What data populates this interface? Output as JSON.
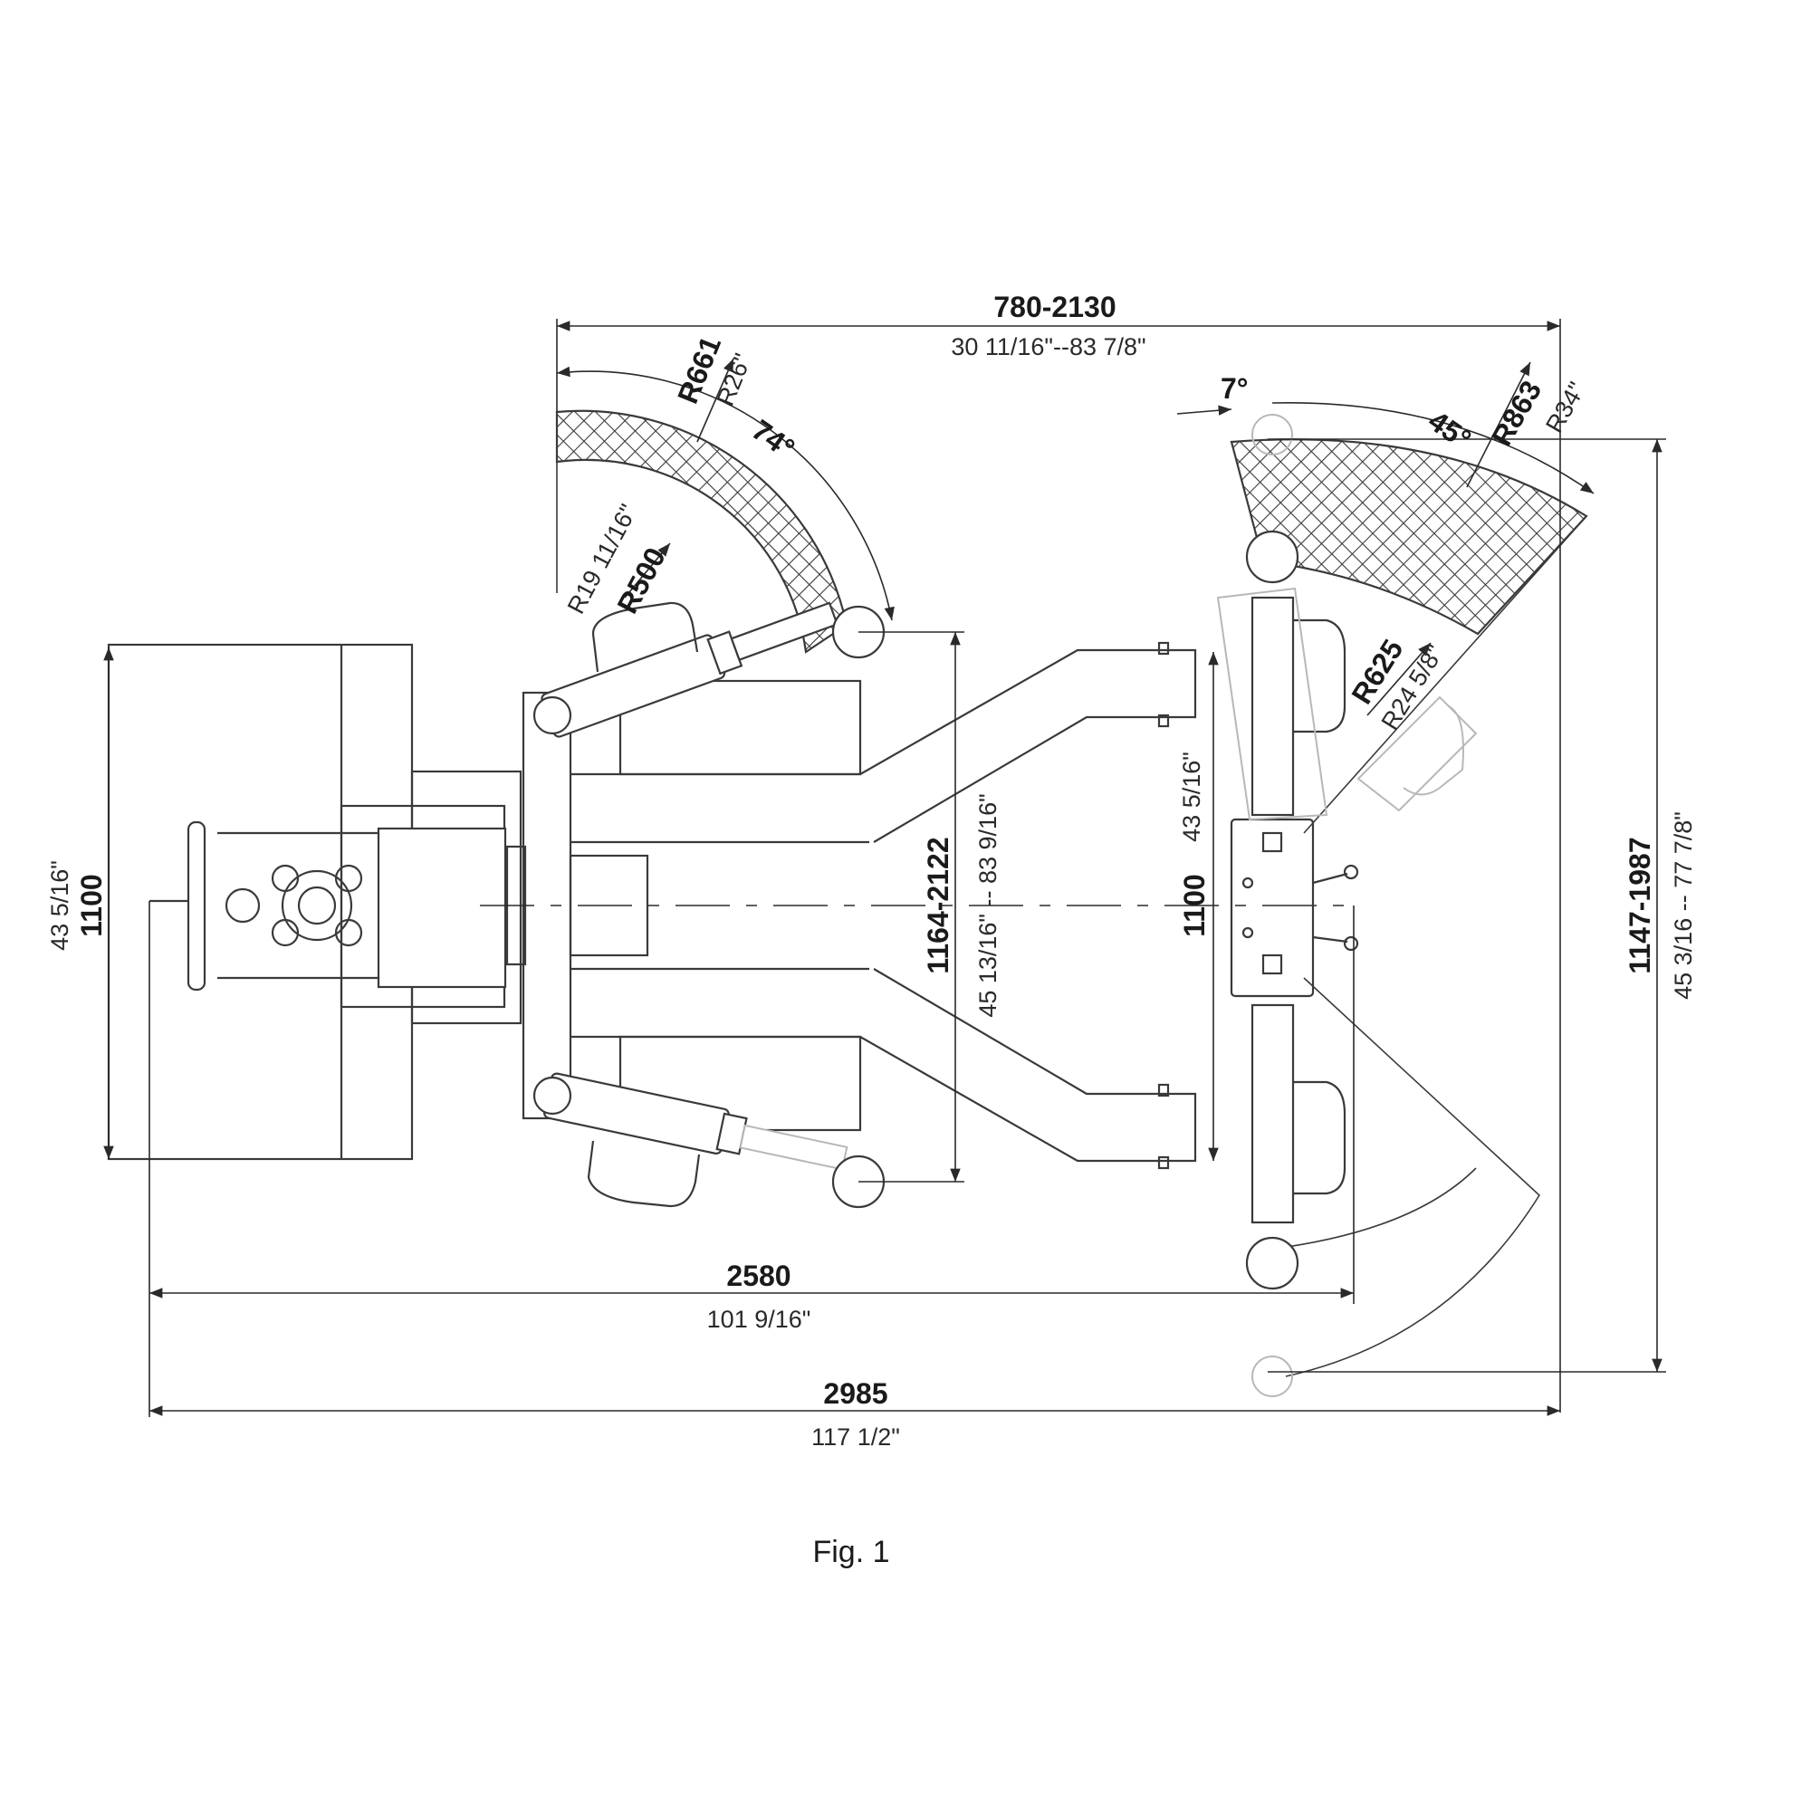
{
  "figure": {
    "caption": "Fig. 1"
  },
  "dimensions": {
    "top_width_mm": "780-2130",
    "top_width_in": "30 11/16\"--83 7/8\"",
    "left_arm_radius_outer_mm": "R661",
    "left_arm_radius_outer_in": "R26\"",
    "left_arm_angle": "74°",
    "left_arm_radius_inner_mm": "R500",
    "left_arm_radius_inner_in": "R19 11/16\"",
    "right_arm_angle_small": "7°",
    "right_arm_angle": "45°",
    "right_arm_radius_outer_mm": "R863",
    "right_arm_radius_outer_in": "R34\"",
    "right_arm_radius_inner_mm": "R625",
    "right_arm_radius_inner_in": "R24 5/8\"",
    "base_height_mm": "1100",
    "base_height_in": "43 5/16\"",
    "inner_span_mm": "1164-2122",
    "inner_span_in": "45 13/16\" -- 83 9/16\"",
    "column_height_mm": "1100",
    "column_height_in": "43 5/16\"",
    "right_span_mm": "1147-1987",
    "right_span_in": "45 3/16 -- 77 7/8\"",
    "mid_length_mm": "2580",
    "mid_length_in": "101 9/16\"",
    "total_length_mm": "2985",
    "total_length_in": "117 1/2\""
  }
}
